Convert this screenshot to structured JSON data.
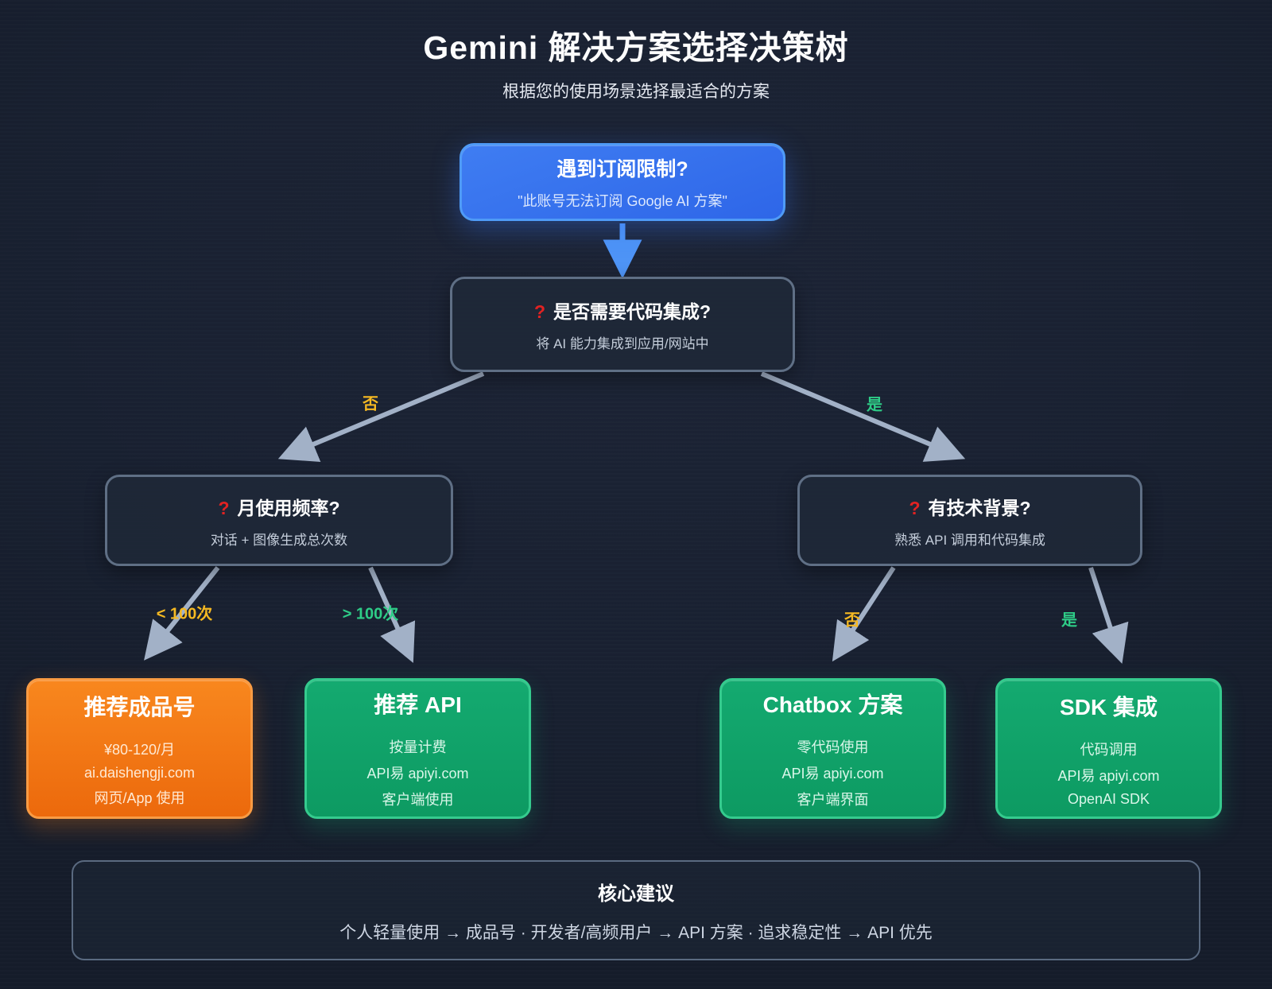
{
  "page": {
    "title": "Gemini 解决方案选择决策树",
    "subtitle": "根据您的使用场景选择最适合的方案"
  },
  "nodes": {
    "root": {
      "title": "遇到订阅限制?",
      "subtitle": "\"此账号无法订阅 Google AI 方案\""
    },
    "code_integration": {
      "icon": "?",
      "title": "是否需要代码集成?",
      "subtitle": "将 AI 能力集成到应用/网站中"
    },
    "usage_frequency": {
      "icon": "?",
      "title": "月使用频率?",
      "subtitle": "对话 + 图像生成总次数"
    },
    "tech_background": {
      "icon": "?",
      "title": "有技术背景?",
      "subtitle": "熟悉 API 调用和代码集成"
    }
  },
  "edges": {
    "no_integration": {
      "label": "否",
      "color": "#f6b922"
    },
    "yes_integration": {
      "label": "是",
      "color": "#2ecc87"
    },
    "lt_100": {
      "label": "< 100次",
      "color": "#f6b922"
    },
    "gt_100": {
      "label": "> 100次",
      "color": "#2ecc87"
    },
    "no_tech": {
      "label": "否",
      "color": "#f6b922"
    },
    "yes_tech": {
      "label": "是",
      "color": "#2ecc87"
    }
  },
  "leaves": [
    {
      "title": "推荐成品号",
      "line1": "¥80-120/月",
      "line2": "ai.daishengji.com",
      "line3": "网页/App 使用",
      "variant": "orange"
    },
    {
      "title": "推荐 API",
      "line1": "按量计费",
      "line2": "API易 apiyi.com",
      "line3": "客户端使用",
      "variant": "green"
    },
    {
      "title": "Chatbox 方案",
      "line1": "零代码使用",
      "line2": "API易 apiyi.com",
      "line3": "客户端界面",
      "variant": "green"
    },
    {
      "title": "SDK 集成",
      "line1": "代码调用",
      "line2": "API易 apiyi.com",
      "line3": "OpenAI SDK",
      "variant": "green"
    }
  ],
  "advice": {
    "title": "核心建议",
    "text": "个人轻量使用 → 成品号 · 开发者/高频用户 → API 方案 · 追求稳定性 → API 优先"
  },
  "colors": {
    "background": "#192132",
    "root_blue": "#2e66e8",
    "root_border": "#4f9bf7",
    "node_border": "#5f6f85",
    "question_red": "#e12222",
    "branch_yellow": "#f6b922",
    "branch_green": "#2ecc87",
    "leaf_orange": "#f07812",
    "leaf_green": "#10a369",
    "arrow_gray": "#a2b1c7",
    "arrow_blue": "#4e94f6"
  }
}
